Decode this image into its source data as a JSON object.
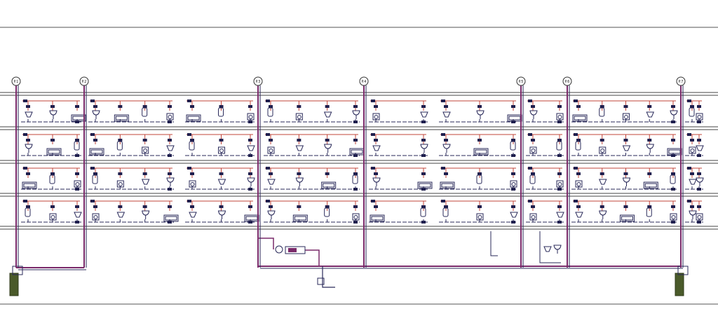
{
  "drawing": {
    "colors": {
      "riser": "#7a2a6a",
      "drain": "#2a2a5a",
      "supply": "#c0443a",
      "valve": "#1f1f4e",
      "frame": "#555555"
    },
    "riser_tags": [
      "P.1",
      "P.2",
      "P.3",
      "P.4",
      "P.5",
      "P.6",
      "P.7"
    ],
    "floors": 4,
    "icons": [
      "wc-icon",
      "washbasin-icon",
      "bathtub-icon",
      "water-heater-icon",
      "washing-machine-icon",
      "water-meter-icon",
      "pump-icon",
      "valve-icon"
    ]
  }
}
